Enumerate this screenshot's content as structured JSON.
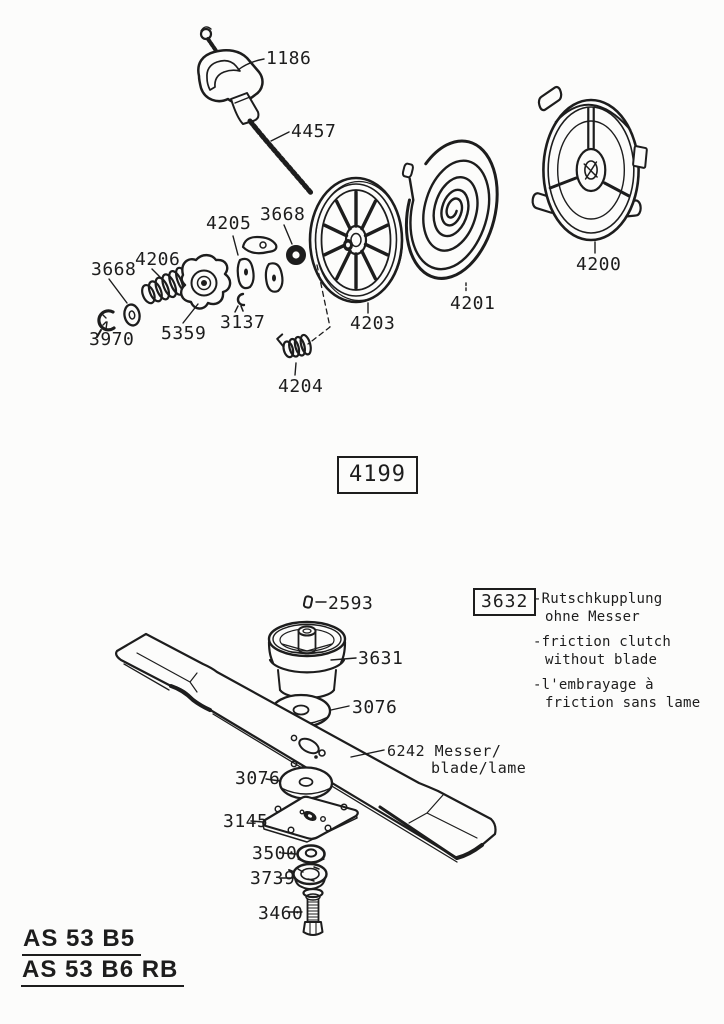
{
  "colors": {
    "ink": "#1d1d1d",
    "paper": "#fcfcfb"
  },
  "starter_assembly": {
    "box_label": "4199",
    "labels": {
      "handle": "1186",
      "rope": "4457",
      "pawl_set": "4205",
      "washer_top": "3668",
      "drive_spring": "4206",
      "washer_left": "3668",
      "retainer_clip": "3970",
      "starter_cam": "5359",
      "clip": "3137",
      "rope_pulley": "4203",
      "pawl_spring": "4204",
      "rewind_spring": "4201",
      "starter_housing": "4200"
    }
  },
  "blade_assembly": {
    "box_label": "3632",
    "labels": {
      "pin": "2593",
      "clutch_cup": "3631",
      "friction_disc_upper": "3076",
      "blade": "6242 Messer/",
      "blade_lang2": "blade/lame",
      "friction_disc_lower": "3076",
      "clamp_plate": "3145",
      "washer": "3500",
      "lock_washer": "3739",
      "bolt": "3460"
    },
    "notes": {
      "de_line1": "-Rutschkupplung",
      "de_line2": "ohne Messer",
      "en_line1": "-friction clutch",
      "en_line2": "without blade",
      "fr_line1": "-l'embrayage à",
      "fr_line2": "friction sans lame"
    }
  },
  "models": {
    "line1": "AS 53 B5",
    "line2": "AS 53 B6 RB"
  }
}
